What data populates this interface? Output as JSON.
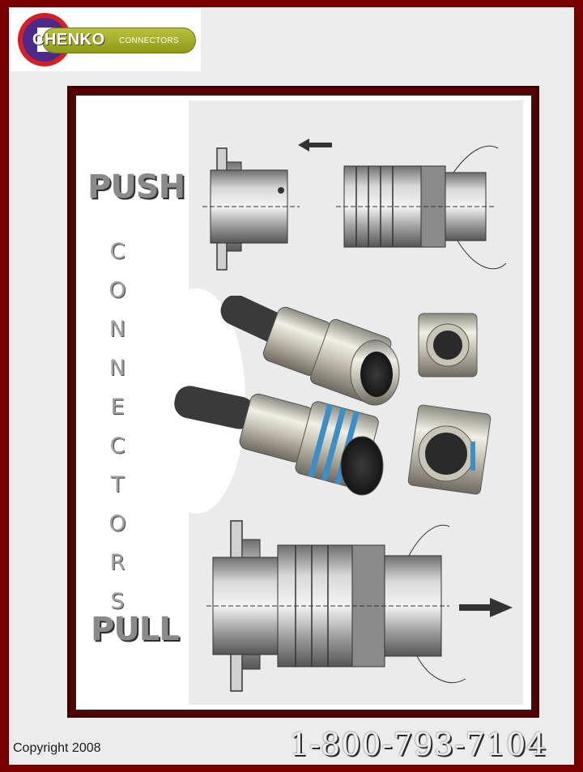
{
  "logo": {
    "brand": "CHENKO",
    "suffix": "CONNECTORS",
    "colors": {
      "red": "#d41f26",
      "purple": "#4b2a8a",
      "olive": "#a5ae28"
    }
  },
  "headings": {
    "push": "PUSH",
    "pull": "PULL",
    "vertical_letters": [
      "C",
      "O",
      "N",
      "N",
      "E",
      "C",
      "T",
      "O",
      "R",
      "S"
    ]
  },
  "footer": {
    "copyright": "Copyright 2008",
    "phone": "1-800-793-7104"
  },
  "illustrations": {
    "top": "push-diagram",
    "middle": "connector-photos",
    "bottom": "pull-diagram",
    "arrows": [
      "arrow-left-icon",
      "arrow-right-icon"
    ]
  },
  "colors": {
    "frame": "#7a0000",
    "background": "#ececec",
    "metal": "#a8a8a8",
    "band_blue": "#3a8fc8"
  }
}
